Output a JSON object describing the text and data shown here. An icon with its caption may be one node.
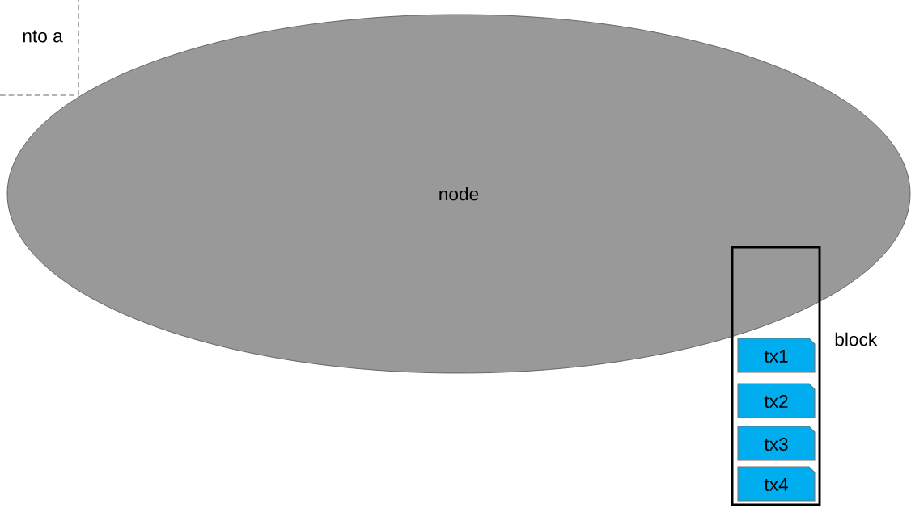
{
  "diagram": {
    "nodes": [
      {
        "text": [
          "nto a"
        ]
      },
      {
        "text": [
          "node"
        ]
      },
      {
        "text": [
          "block"
        ]
      },
      {
        "text": [
          "tx1"
        ],
        "in": 2
      },
      {
        "text": [
          "tx2"
        ],
        "in": 2
      },
      {
        "text": [
          "tx3"
        ],
        "in": 2
      },
      {
        "text": [
          "tx4"
        ],
        "in": 2
      }
    ]
  }
}
